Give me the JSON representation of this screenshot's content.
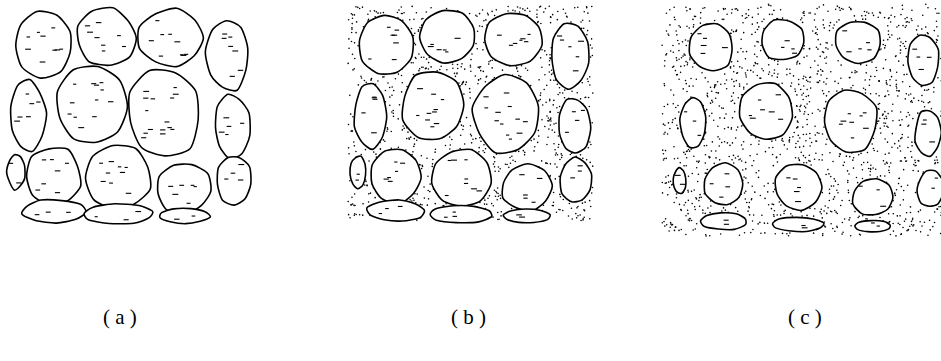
{
  "diagram": {
    "labels": [
      "( a )",
      "( b )",
      "( c )"
    ]
  }
}
